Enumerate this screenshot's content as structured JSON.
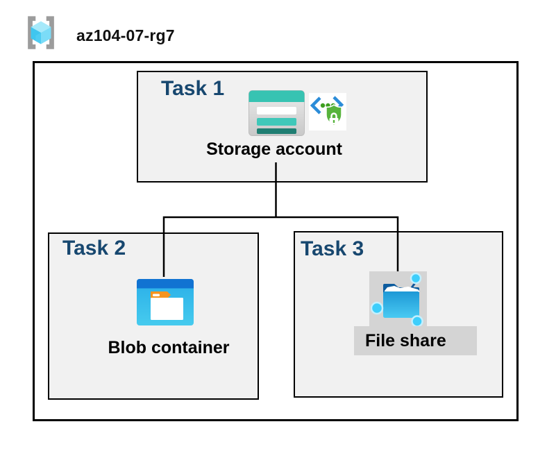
{
  "header": {
    "resource_group_name": "az104-07-rg7"
  },
  "tasks": {
    "task1": {
      "label": "Task 1",
      "resource_label": "Storage account"
    },
    "task2": {
      "label": "Task 2",
      "resource_label": "Blob container"
    },
    "task3": {
      "label": "Task 3",
      "resource_label": "File share"
    }
  },
  "icons": {
    "resource_group": "resource-group-icon",
    "storage_account": "storage-account-icon",
    "secure_endpoint": "code-shield-lock-icon",
    "blob_container": "blob-container-icon",
    "file_share": "file-share-icon"
  },
  "colors": {
    "task_label_navy": "#17476F",
    "box_background": "#F1F1F1",
    "box_border": "#000000",
    "storage_teal": "#37C3B2",
    "storage_teal_dark": "#1F7E72",
    "blob_header_blue": "#1173D2",
    "blob_body_cyan": "#3FC9EE",
    "folder_tab_orange": "#F5941F",
    "file_share_cyan": "#3DCEFB",
    "file_share_navy": "#0D5C9E",
    "shield_green": "#57B33C",
    "chevron_blue": "#2B8CD8",
    "highlight_gray": "#D4D4D4",
    "bracket_gray": "#9C9C9C",
    "cube_cyan_light": "#A6E9FA",
    "cube_cyan_mid": "#7BDCF7",
    "cube_cyan_deep": "#3FC6EF"
  }
}
